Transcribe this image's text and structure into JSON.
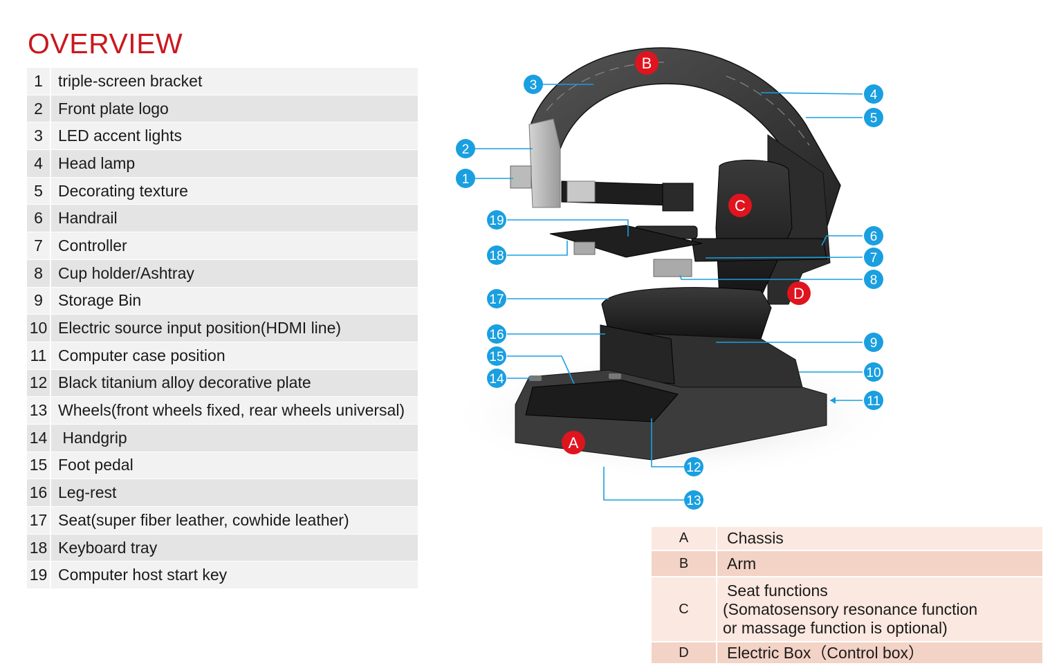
{
  "title": "OVERVIEW",
  "parts": [
    {
      "num": "1",
      "label": "triple-screen bracket"
    },
    {
      "num": "2",
      "label": "Front plate logo"
    },
    {
      "num": "3",
      "label": "LED accent lights"
    },
    {
      "num": "4",
      "label": "Head lamp"
    },
    {
      "num": "5",
      "label": "Decorating texture"
    },
    {
      "num": "6",
      "label": "Handrail"
    },
    {
      "num": "7",
      "label": "Controller"
    },
    {
      "num": "8",
      "label": "Cup holder/Ashtray"
    },
    {
      "num": "9",
      "label": "Storage Bin"
    },
    {
      "num": "10",
      "label": "Electric source input position(HDMI line)"
    },
    {
      "num": "11",
      "label": "Computer case position"
    },
    {
      "num": "12",
      "label": "Black titanium alloy decorative plate"
    },
    {
      "num": "13",
      "label": "Wheels(front wheels fixed, rear wheels universal)"
    },
    {
      "num": "14",
      "label": " Handgrip"
    },
    {
      "num": "15",
      "label": "Foot pedal"
    },
    {
      "num": "16",
      "label": "Leg-rest"
    },
    {
      "num": "17",
      "label": "Seat(super fiber leather, cowhide leather)"
    },
    {
      "num": "18",
      "label": "Keyboard tray"
    },
    {
      "num": "19",
      "label": "Computer host start key"
    }
  ],
  "legend": [
    {
      "key": "A",
      "lines": [
        "Chassis"
      ]
    },
    {
      "key": "B",
      "lines": [
        "Arm"
      ]
    },
    {
      "key": "C",
      "lines": [
        "Seat functions",
        "(Somatosensory resonance function",
        "or massage function is optional)"
      ]
    },
    {
      "key": "D",
      "lines": [
        "Electric Box（Control box）"
      ]
    }
  ],
  "callouts": [
    "1",
    "2",
    "3",
    "4",
    "5",
    "6",
    "7",
    "8",
    "9",
    "10",
    "11",
    "12",
    "13",
    "14",
    "15",
    "16",
    "17",
    "18",
    "19"
  ],
  "section_markers": [
    "A",
    "B",
    "C",
    "D"
  ],
  "colors": {
    "title": "#c8191e",
    "callout": "#1a9fe0",
    "marker": "#e0141e",
    "parts_row_light": "#f2f2f2",
    "parts_row_dark": "#e4e4e4",
    "legend_row_light": "#fbe8e0",
    "legend_row_dark": "#f3d3c6"
  }
}
